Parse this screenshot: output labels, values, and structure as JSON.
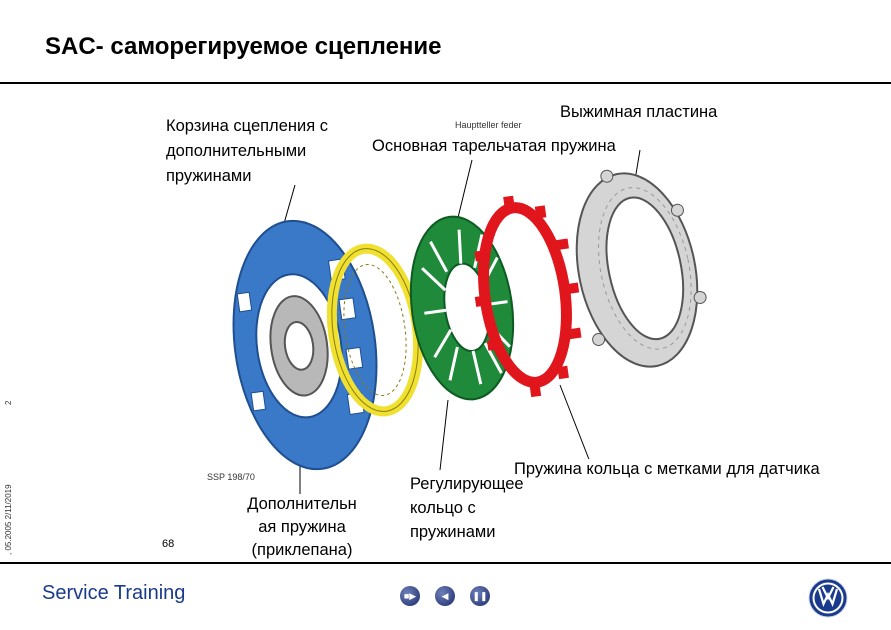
{
  "title": "SAC- саморегируемое сцепление",
  "labels": {
    "basket": [
      "Корзина сцепления с",
      "дополнительными",
      "пружинами"
    ],
    "hauptteller": "Hauptteller feder",
    "main_spring": "Основная тарельчатая пружина",
    "pressure_plate": "Выжимная пластина",
    "sensor_spring": "Пружина кольца с метками для датчика",
    "additional_spring": [
      "Дополнительн",
      "ая пружина",
      "(приклепана)"
    ],
    "adjust_ring": [
      "Регулирующее",
      "кольцо  с",
      "пружинами"
    ],
    "ssp": "SSP 198/70",
    "page_number": "68",
    "side_num": "2",
    "side_date": ", 05.2005 2/11/2019"
  },
  "footer": {
    "brand": "Service Training",
    "nav": [
      "first-button",
      "back-button",
      "pause-button"
    ]
  },
  "colors": {
    "basket": "#3a78c8",
    "yellow_spring": "#f0e030",
    "green_spring": "#1f8a3a",
    "red_ring": "#e0161c",
    "gray_plate": "#c8c8c8",
    "brand_blue": "#1a3a8c"
  }
}
